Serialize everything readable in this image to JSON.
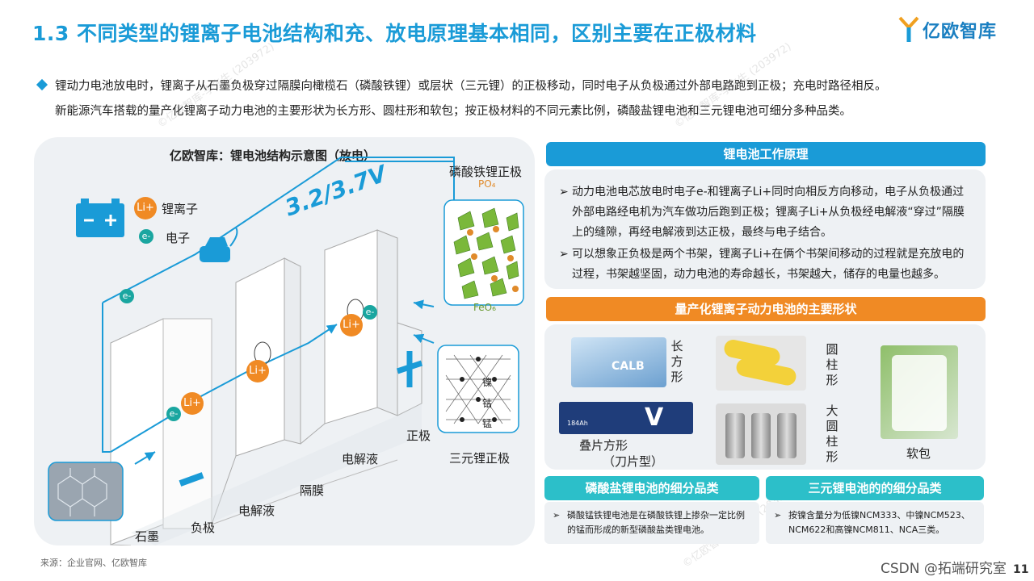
{
  "header": {
    "title": "1.3 不同类型的锂离子电池结构和充、放电原理基本相同，区别主要在正极材料",
    "logo_text": "亿欧智库"
  },
  "intro": {
    "line1": "锂动力电池放电时，锂离子从石墨负极穿过隔膜向橄榄石（磷酸铁锂）或层状（三元锂）的正极移动，同时电子从负极通过外部电路跑到正极；充电时路径相反。",
    "line2": "新能源汽车搭载的量产化锂离子动力电池的主要形状为长方形、圆柱形和软包；按正极材料的不同元素比例，磷酸盐锂电池和三元锂电池可细分多种品类。"
  },
  "diagram": {
    "title": "亿欧智库：锂电池结构示意图（放电）",
    "legend_ion": "锂离子",
    "legend_electron": "电子",
    "ion_symbol": "Li+",
    "electron_symbol": "e-",
    "voltage": "3.2/3.7V",
    "lfp_cathode": "磷酸铁锂正极",
    "po4": "PO₄",
    "feo6": "FeO₆",
    "ternary_cathode": "三元锂正极",
    "ni": "镍",
    "co": "钴",
    "mn": "锰",
    "graphite": "石墨",
    "anode": "负极",
    "electrolyte_left": "电解液",
    "separator": "隔膜",
    "electrolyte_right": "电解液",
    "cathode": "正极"
  },
  "principle": {
    "header": "锂电池工作原理",
    "p1": "动力电池电芯放电时电子e-和锂离子Li+同时向相反方向移动，电子从负极通过外部电路经电机为汽车做功后跑到正极；锂离子Li+从负极经电解液“穿过”隔膜上的缝隙，再经电解液到达正极，最终与电子结合。",
    "p2": "可以想象正负极是两个书架，锂离子Li+在俩个书架间移动的过程就是充放电的过程，书架越坚固，动力电池的寿命越长，书架越大，储存的电量也越多。"
  },
  "forms": {
    "header": "量产化锂离子动力电池的主要形状",
    "rect": "长方形",
    "cyl": "圆柱形",
    "big_cyl": "大圆柱形",
    "pouch": "软包",
    "blade1": "叠片方形",
    "blade2": "（刀片型）",
    "calb": "CALB",
    "blade_cap": "184Ah"
  },
  "lfp_sub": {
    "header": "磷酸盐锂电池的细分品类",
    "text": "磷酸锰铁锂电池是在磷酸铁锂上掺杂一定比例的锰而形成的新型磷酸盐类锂电池。"
  },
  "ncm_sub": {
    "header": "三元锂电池的的细分品类",
    "text": "按镍含量分为低镍NCM333、中镍NCM523、NCM622和高镍NCM811、NCA三类。"
  },
  "footer": {
    "source": "来源：企业官网、亿欧智库",
    "page": "11",
    "csdn": "CSDN @拓端研究室"
  },
  "watermark": "©亿欧智库-李先生 (203972)",
  "colors": {
    "accent_blue": "#1a9bd7",
    "orange": "#f08a24",
    "teal": "#2cbfc9"
  }
}
